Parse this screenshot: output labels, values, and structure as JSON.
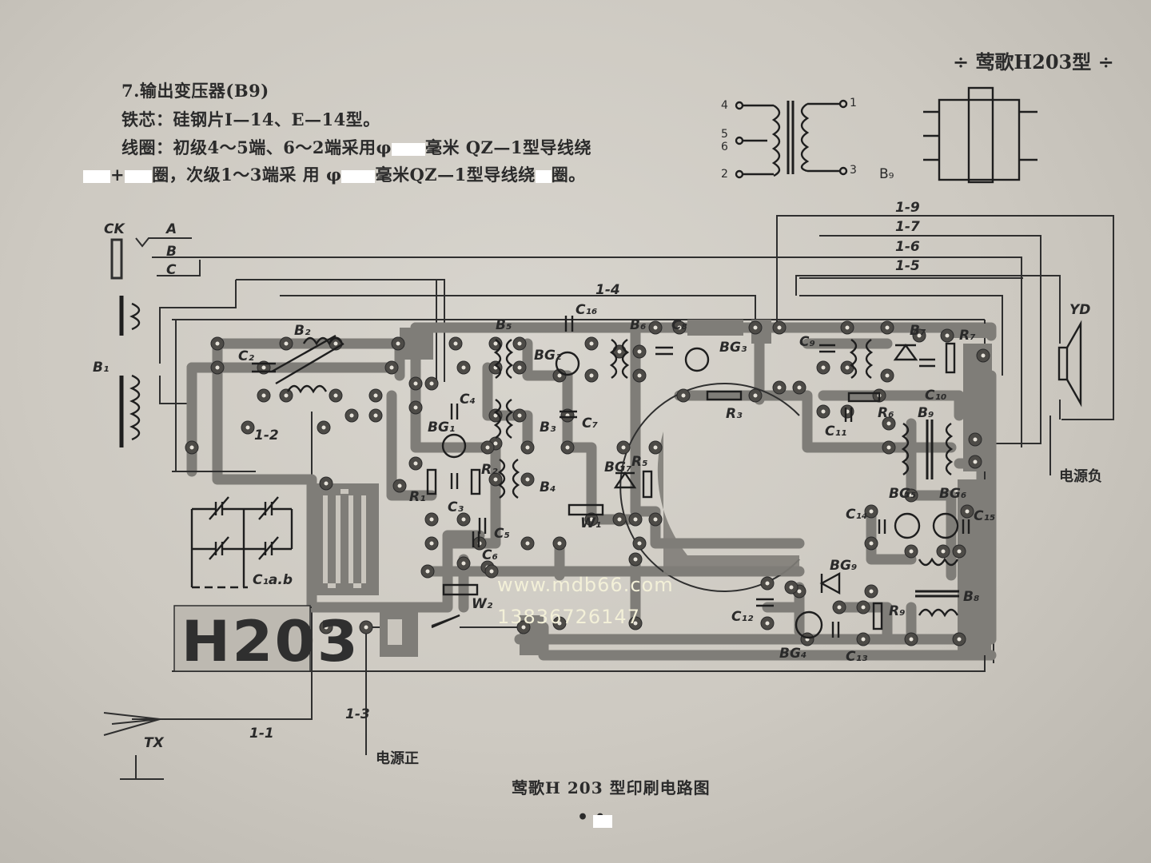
{
  "header": {
    "top_right": "÷ 莺歌H203型 ÷"
  },
  "spec": {
    "heading": "7.输出变压器(B9)",
    "core": "铁芯：硅钢片I—14、E—14型。",
    "coil_line1_a": "线圈：初级4～5端、6～2端采用φ",
    "coil_line1_b": "毫米 QZ—1型导线绕",
    "coil_line2_a": "+",
    "coil_line2_b": "圈，次级1～3端采 用 φ",
    "coil_line2_c": "毫米QZ—1型导线绕",
    "coil_line2_d": "圈。"
  },
  "transformer_b9": {
    "pins": [
      "4",
      "5",
      "6",
      "2",
      "1",
      "3"
    ],
    "label": "B₉"
  },
  "board": {
    "logo": "H203",
    "wire_labels": [
      "1-9",
      "1-7",
      "1-6",
      "1-5",
      "1-4",
      "1-2",
      "1-3",
      "1-1"
    ],
    "jack": {
      "name": "CK",
      "pins": [
        "A",
        "B",
        "C"
      ]
    },
    "antenna": "TX",
    "speaker": "YD",
    "power_neg": "电源负",
    "power_pos": "电源正",
    "components": {
      "transformers": [
        "B₁",
        "B₂",
        "B₃",
        "B₄",
        "B₅",
        "B₆",
        "B₇",
        "B₈",
        "B₉"
      ],
      "capacitors": [
        "C₂",
        "C₃",
        "C₄",
        "C₅",
        "C₆",
        "C₇",
        "C₈",
        "C₉",
        "C₁₀",
        "C₁₁",
        "C₁₂",
        "C₁₃",
        "C₁₄",
        "C₁₅",
        "C₁₆",
        "C₁a.b"
      ],
      "resistors": [
        "R₁",
        "R₂",
        "R₃",
        "R₅",
        "R₆",
        "R₇",
        "R₉"
      ],
      "transistors": [
        "BG₁",
        "BG₂",
        "BG₃",
        "BG₄",
        "BG₅",
        "BG₆",
        "BG₇",
        "BG₉"
      ],
      "pots": [
        "W₁",
        "W₂"
      ]
    }
  },
  "watermark": {
    "url": "www.mdb66.com",
    "phone": "13836726147"
  },
  "caption": "莺歌H 203 型印刷电路图",
  "page_mark": "•   •"
}
